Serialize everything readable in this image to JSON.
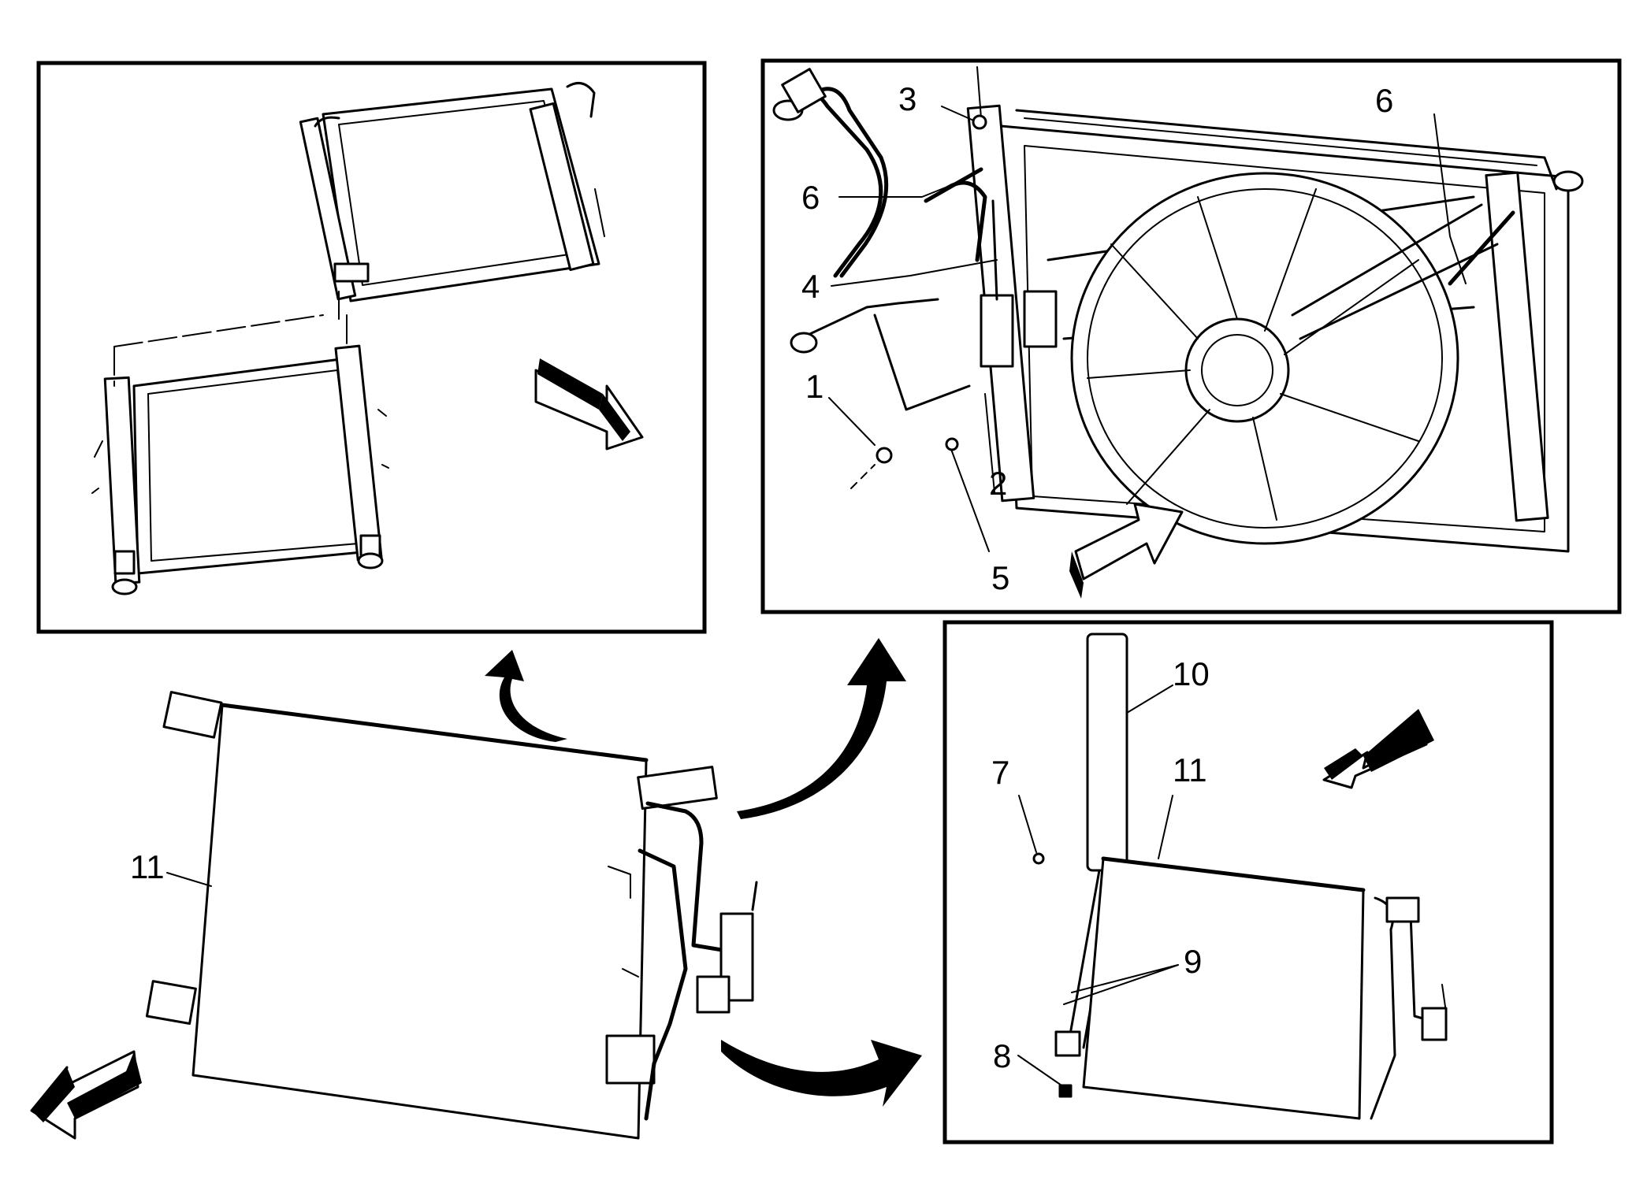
{
  "callouts": {
    "c1": "1",
    "c2": "2",
    "c3": "3",
    "c4": "4",
    "c5": "5",
    "c6a": "6",
    "c6b": "6",
    "c7": "7",
    "c8": "8",
    "c9": "9",
    "c10": "10",
    "c11a": "11",
    "c11b": "11"
  },
  "icons": [
    "direction-arrow-icon",
    "curved-transition-arrow-icon",
    "condenser-icon",
    "radiator-icon",
    "cooling-fan-icon",
    "bolt-icon",
    "nut-icon",
    "refrigerant-line-icon",
    "baffle-icon"
  ]
}
